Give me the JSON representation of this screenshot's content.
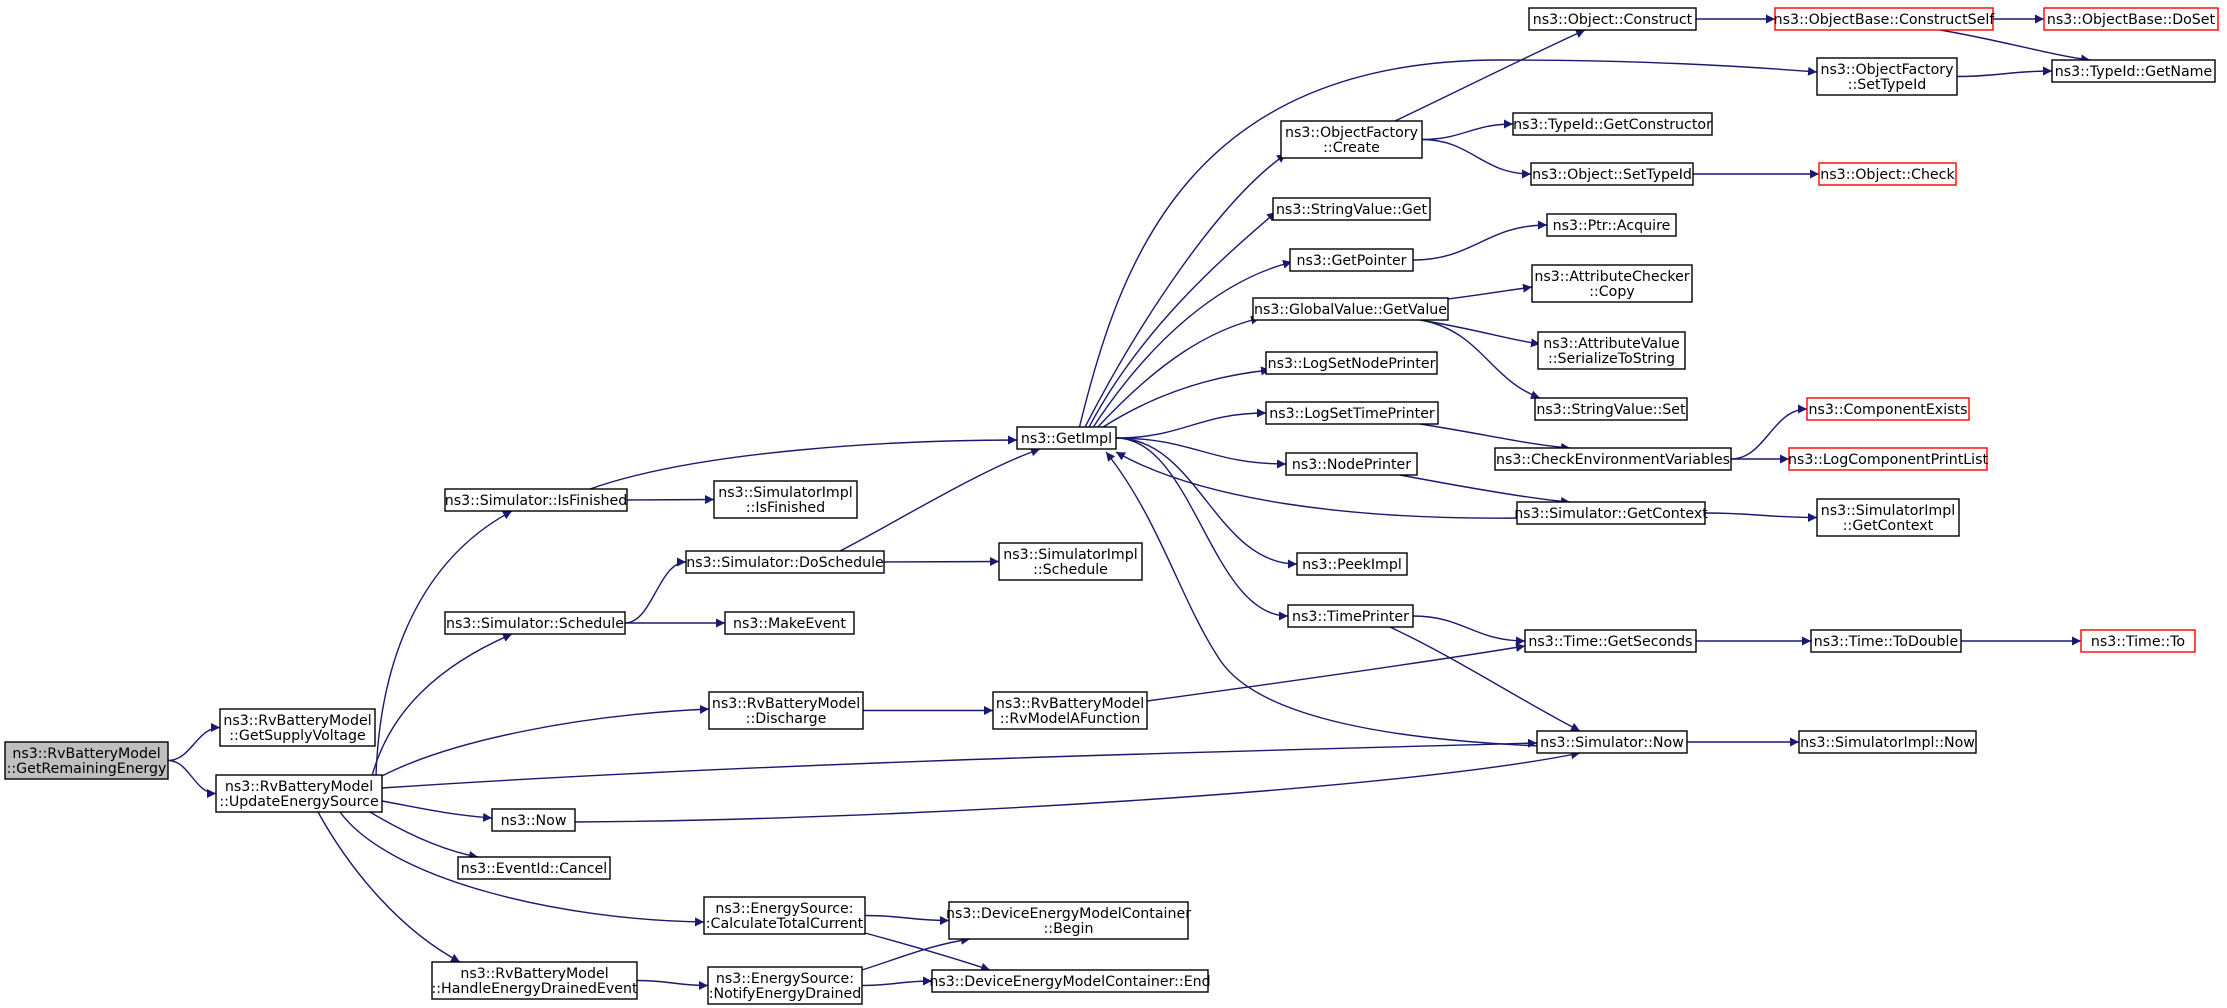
{
  "colors": {
    "edge": "#191970",
    "node_border": "#000000",
    "node_fill": "#ffffff",
    "root_fill": "#bfbfbf",
    "truncated_border": "#ff0000"
  },
  "nodes": [
    {
      "id": "getremaining",
      "lines": [
        "ns3::RvBatteryModel",
        "::GetRemainingEnergy"
      ],
      "root": true
    },
    {
      "id": "getsupply",
      "lines": [
        "ns3::RvBatteryModel",
        "::GetSupplyVoltage"
      ]
    },
    {
      "id": "updateenergy",
      "lines": [
        "ns3::RvBatteryModel",
        "::UpdateEnergySource"
      ]
    },
    {
      "id": "isfinished",
      "lines": [
        "ns3::Simulator::IsFinished"
      ]
    },
    {
      "id": "simimpl_isfinished",
      "lines": [
        "ns3::SimulatorImpl",
        "::IsFinished"
      ]
    },
    {
      "id": "schedule",
      "lines": [
        "ns3::Simulator::Schedule"
      ]
    },
    {
      "id": "doschedule",
      "lines": [
        "ns3::Simulator::DoSchedule"
      ]
    },
    {
      "id": "simimpl_schedule",
      "lines": [
        "ns3::SimulatorImpl",
        "::Schedule"
      ]
    },
    {
      "id": "makeevent",
      "lines": [
        "ns3::MakeEvent"
      ]
    },
    {
      "id": "discharge",
      "lines": [
        "ns3::RvBatteryModel",
        "::Discharge"
      ]
    },
    {
      "id": "rvmodel",
      "lines": [
        "ns3::RvBatteryModel",
        "::RvModelAFunction"
      ]
    },
    {
      "id": "now",
      "lines": [
        "ns3::Now"
      ]
    },
    {
      "id": "cancel",
      "lines": [
        "ns3::EventId::Cancel"
      ]
    },
    {
      "id": "calctotal",
      "lines": [
        "ns3::EnergySource:",
        ":CalculateTotalCurrent"
      ]
    },
    {
      "id": "handledrained",
      "lines": [
        "ns3::RvBatteryModel",
        "::HandleEnergyDrainedEvent"
      ]
    },
    {
      "id": "notifydrained",
      "lines": [
        "ns3::EnergySource:",
        ":NotifyEnergyDrained"
      ]
    },
    {
      "id": "dembegin",
      "lines": [
        "ns3::DeviceEnergyModelContainer",
        "::Begin"
      ]
    },
    {
      "id": "demend",
      "lines": [
        "ns3::DeviceEnergyModelContainer::End"
      ]
    },
    {
      "id": "getimpl",
      "lines": [
        "ns3::GetImpl"
      ]
    },
    {
      "id": "ofcreate",
      "lines": [
        "ns3::ObjectFactory",
        "::Create"
      ]
    },
    {
      "id": "stringget",
      "lines": [
        "ns3::StringValue::Get"
      ]
    },
    {
      "id": "getpointer",
      "lines": [
        "ns3::GetPointer"
      ]
    },
    {
      "id": "gvgetvalue",
      "lines": [
        "ns3::GlobalValue::GetValue"
      ]
    },
    {
      "id": "lognodeprinter",
      "lines": [
        "ns3::LogSetNodePrinter"
      ]
    },
    {
      "id": "logtimeprinter",
      "lines": [
        "ns3::LogSetTimePrinter"
      ]
    },
    {
      "id": "nodeprinter",
      "lines": [
        "ns3::NodePrinter"
      ]
    },
    {
      "id": "peekimpl",
      "lines": [
        "ns3::PeekImpl"
      ]
    },
    {
      "id": "timeprinter",
      "lines": [
        "ns3::TimePrinter"
      ]
    },
    {
      "id": "objconstruct",
      "lines": [
        "ns3::Object::Construct"
      ]
    },
    {
      "id": "constructself",
      "lines": [
        "ns3::ObjectBase::ConstructSelf"
      ],
      "truncated": true
    },
    {
      "id": "doset",
      "lines": [
        "ns3::ObjectBase::DoSet"
      ],
      "truncated": true
    },
    {
      "id": "ofsettypeid",
      "lines": [
        "ns3::ObjectFactory",
        "::SetTypeId"
      ]
    },
    {
      "id": "getname",
      "lines": [
        "ns3::TypeId::GetName"
      ]
    },
    {
      "id": "getconstructor",
      "lines": [
        "ns3::TypeId::GetConstructor"
      ]
    },
    {
      "id": "objsettypeid",
      "lines": [
        "ns3::Object::SetTypeId"
      ]
    },
    {
      "id": "objcheck",
      "lines": [
        "ns3::Object::Check"
      ],
      "truncated": true
    },
    {
      "id": "ptracquire",
      "lines": [
        "ns3::Ptr::Acquire"
      ]
    },
    {
      "id": "accopy",
      "lines": [
        "ns3::AttributeChecker",
        "::Copy"
      ]
    },
    {
      "id": "avserialize",
      "lines": [
        "ns3::AttributeValue",
        "::SerializeToString"
      ]
    },
    {
      "id": "stringset",
      "lines": [
        "ns3::StringValue::Set"
      ]
    },
    {
      "id": "checkenv",
      "lines": [
        "ns3::CheckEnvironmentVariables"
      ]
    },
    {
      "id": "compexists",
      "lines": [
        "ns3::ComponentExists"
      ],
      "truncated": true
    },
    {
      "id": "logprintlist",
      "lines": [
        "ns3::LogComponentPrintList"
      ],
      "truncated": true
    },
    {
      "id": "simgetcontext",
      "lines": [
        "ns3::Simulator::GetContext"
      ]
    },
    {
      "id": "simimpl_getcontext",
      "lines": [
        "ns3::SimulatorImpl",
        "::GetContext"
      ]
    },
    {
      "id": "timegetseconds",
      "lines": [
        "ns3::Time::GetSeconds"
      ]
    },
    {
      "id": "timetodouble",
      "lines": [
        "ns3::Time::ToDouble"
      ]
    },
    {
      "id": "timeto",
      "lines": [
        "ns3::Time::To"
      ],
      "truncated": true
    },
    {
      "id": "simnow",
      "lines": [
        "ns3::Simulator::Now"
      ]
    },
    {
      "id": "simimpl_now",
      "lines": [
        "ns3::SimulatorImpl::Now"
      ]
    }
  ],
  "edges": [
    [
      "getremaining",
      "getsupply"
    ],
    [
      "getremaining",
      "updateenergy"
    ],
    [
      "updateenergy",
      "isfinished"
    ],
    [
      "updateenergy",
      "schedule"
    ],
    [
      "updateenergy",
      "discharge"
    ],
    [
      "updateenergy",
      "simnow"
    ],
    [
      "updateenergy",
      "now"
    ],
    [
      "updateenergy",
      "cancel"
    ],
    [
      "updateenergy",
      "calctotal"
    ],
    [
      "updateenergy",
      "handledrained"
    ],
    [
      "isfinished",
      "getimpl"
    ],
    [
      "isfinished",
      "simimpl_isfinished"
    ],
    [
      "schedule",
      "doschedule"
    ],
    [
      "schedule",
      "makeevent"
    ],
    [
      "doschedule",
      "getimpl"
    ],
    [
      "doschedule",
      "simimpl_schedule"
    ],
    [
      "discharge",
      "rvmodel"
    ],
    [
      "rvmodel",
      "timegetseconds"
    ],
    [
      "now",
      "simnow"
    ],
    [
      "calctotal",
      "dembegin"
    ],
    [
      "calctotal",
      "demend"
    ],
    [
      "handledrained",
      "notifydrained"
    ],
    [
      "notifydrained",
      "dembegin"
    ],
    [
      "notifydrained",
      "demend"
    ],
    [
      "getimpl",
      "ofcreate"
    ],
    [
      "getimpl",
      "ofsettypeid"
    ],
    [
      "getimpl",
      "stringget"
    ],
    [
      "getimpl",
      "getpointer"
    ],
    [
      "getimpl",
      "gvgetvalue"
    ],
    [
      "getimpl",
      "lognodeprinter"
    ],
    [
      "getimpl",
      "logtimeprinter"
    ],
    [
      "getimpl",
      "nodeprinter"
    ],
    [
      "getimpl",
      "peekimpl"
    ],
    [
      "getimpl",
      "timeprinter"
    ],
    [
      "ofcreate",
      "objconstruct"
    ],
    [
      "ofcreate",
      "getconstructor"
    ],
    [
      "ofcreate",
      "objsettypeid"
    ],
    [
      "objconstruct",
      "constructself"
    ],
    [
      "constructself",
      "doset"
    ],
    [
      "constructself",
      "getname"
    ],
    [
      "ofsettypeid",
      "getname"
    ],
    [
      "objsettypeid",
      "objcheck"
    ],
    [
      "getpointer",
      "ptracquire"
    ],
    [
      "gvgetvalue",
      "accopy"
    ],
    [
      "gvgetvalue",
      "avserialize"
    ],
    [
      "gvgetvalue",
      "stringset"
    ],
    [
      "logtimeprinter",
      "checkenv"
    ],
    [
      "checkenv",
      "compexists"
    ],
    [
      "checkenv",
      "logprintlist"
    ],
    [
      "nodeprinter",
      "simgetcontext"
    ],
    [
      "simgetcontext",
      "getimpl"
    ],
    [
      "simgetcontext",
      "simimpl_getcontext"
    ],
    [
      "timeprinter",
      "timegetseconds"
    ],
    [
      "timeprinter",
      "simnow"
    ],
    [
      "timegetseconds",
      "timetodouble"
    ],
    [
      "timetodouble",
      "timeto"
    ],
    [
      "simnow",
      "getimpl"
    ],
    [
      "simnow",
      "simimpl_now"
    ]
  ]
}
